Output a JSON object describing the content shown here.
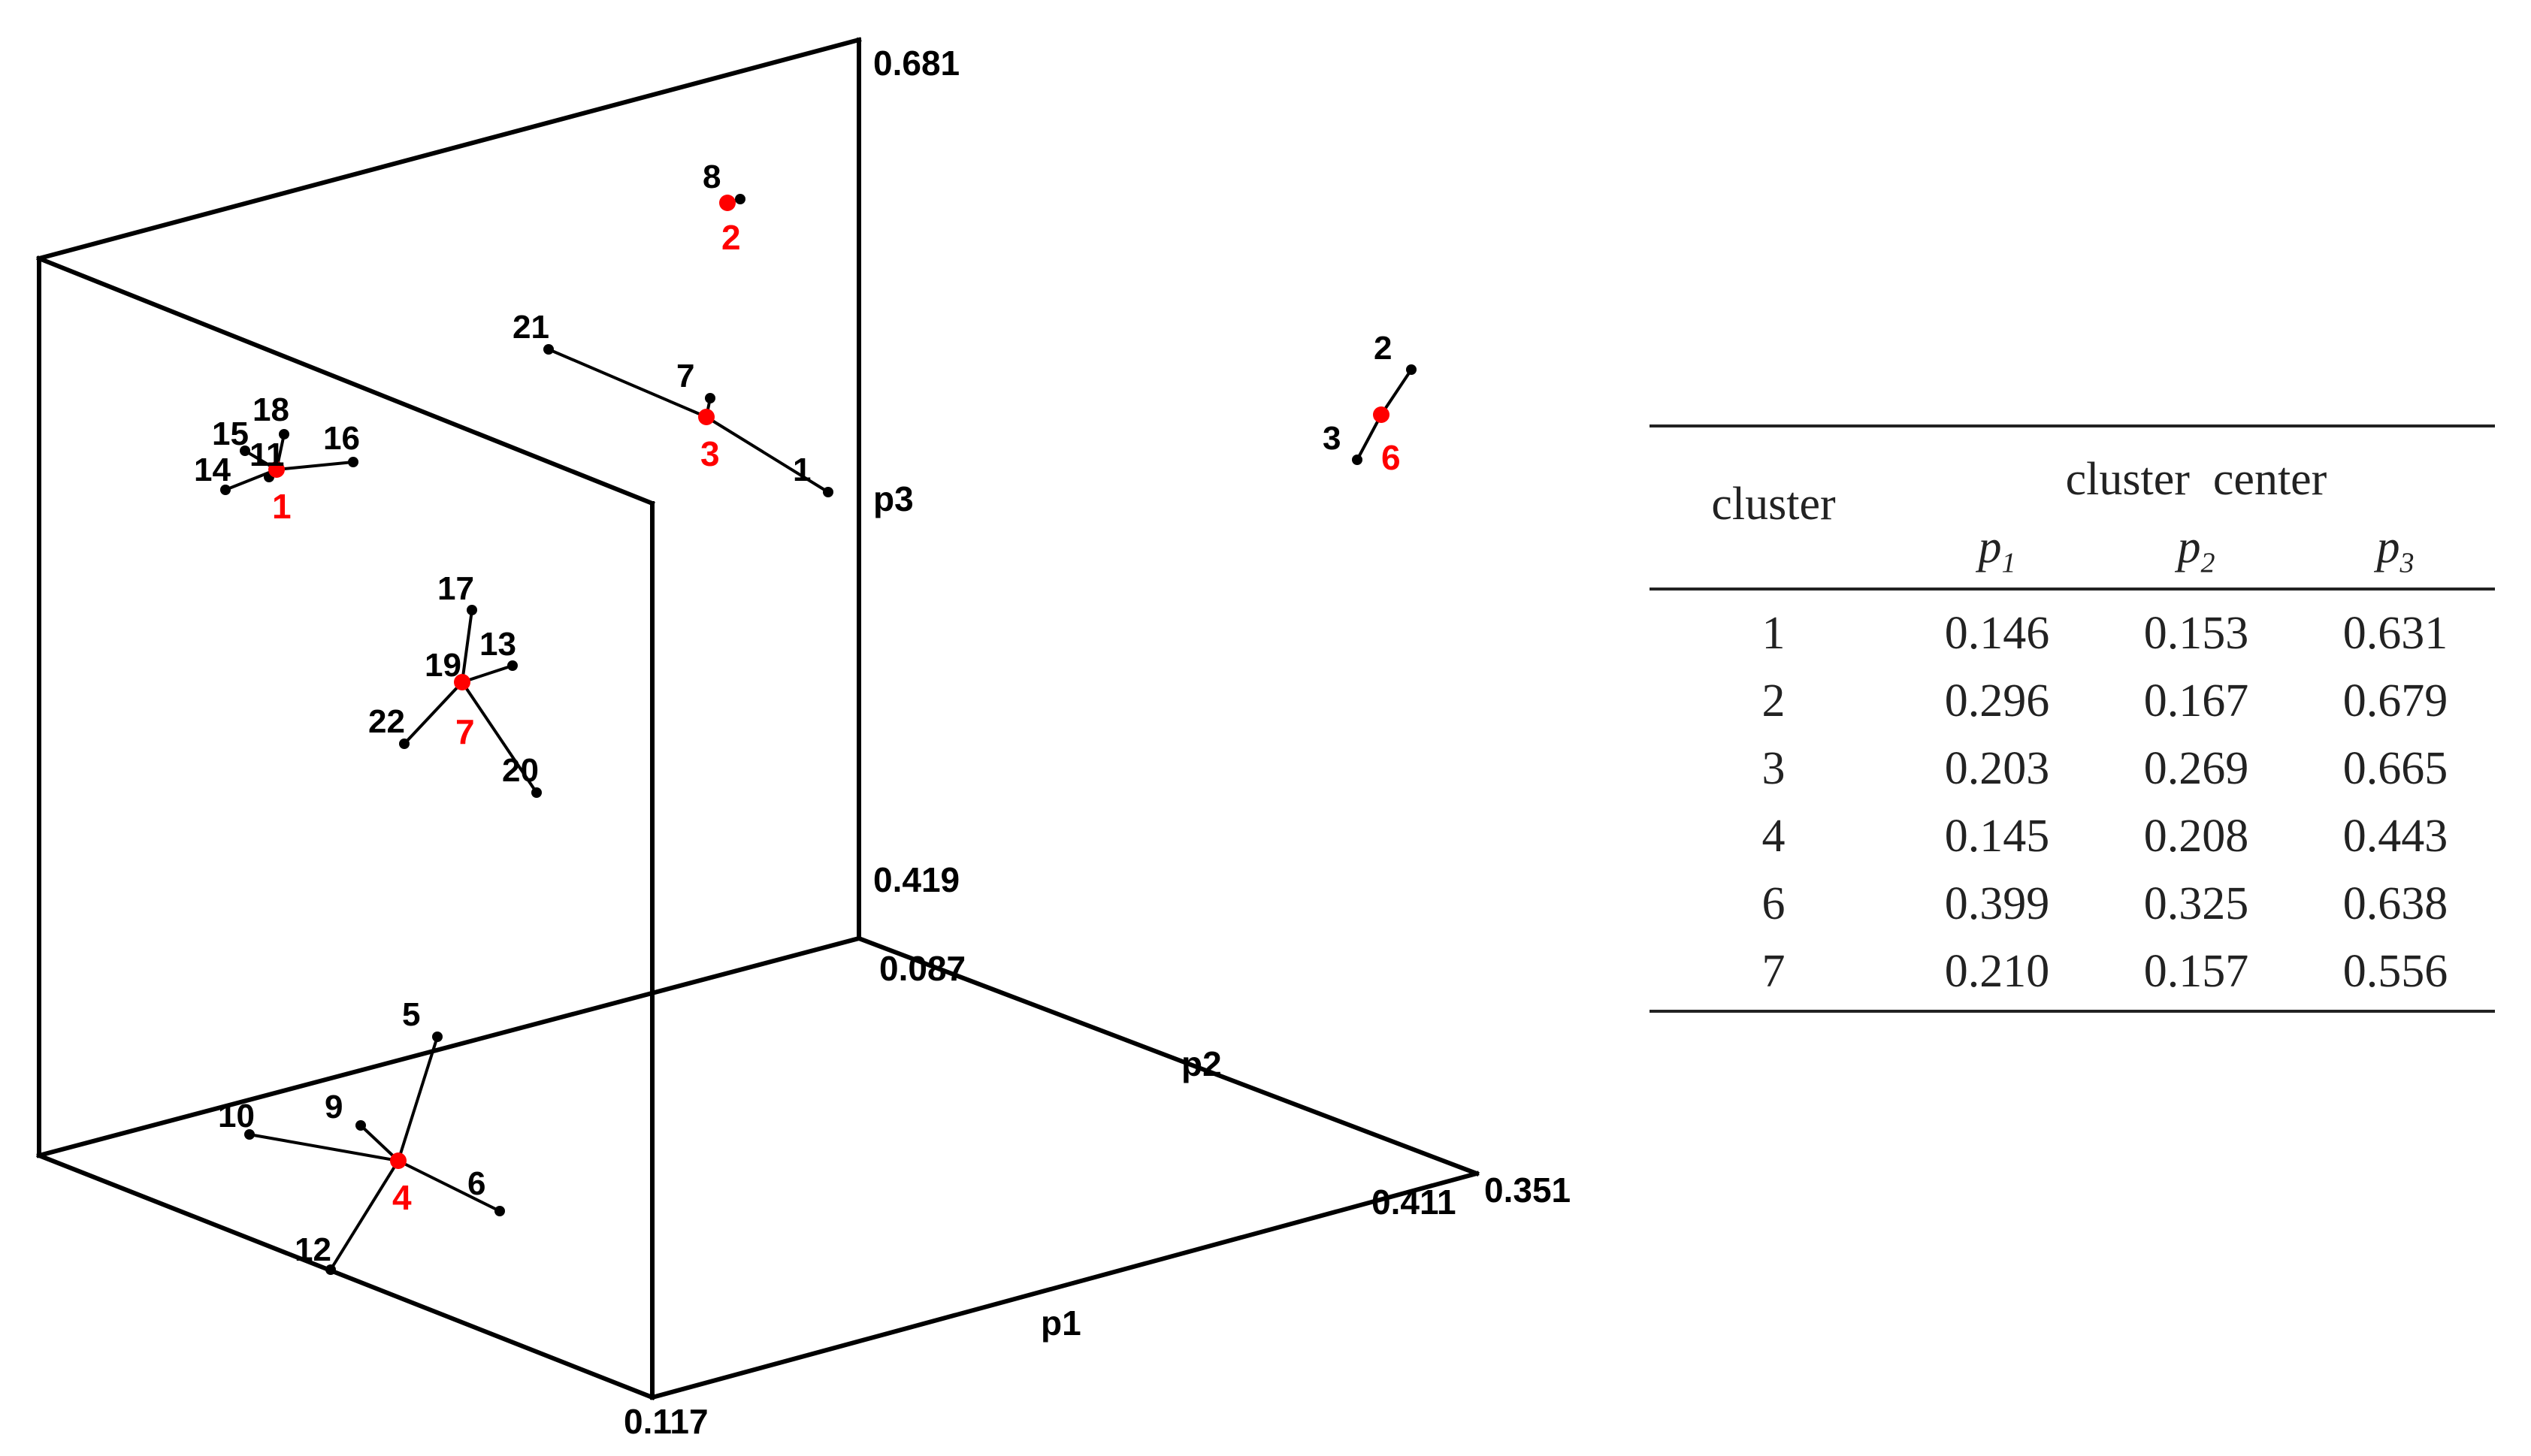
{
  "chart_data": {
    "type": "scatter",
    "axes": {
      "p1": {
        "label": "p1",
        "range": [
          0.117,
          0.411
        ]
      },
      "p2": {
        "label": "p2",
        "range": [
          0.087,
          0.351
        ]
      },
      "p3": {
        "label": "p3",
        "range": [
          0.419,
          0.681
        ]
      }
    },
    "tick_labels": [
      "0.681",
      "0.419",
      "0.087",
      "0.351",
      "0.411",
      "0.117"
    ],
    "centers": [
      {
        "id": "1",
        "members": [
          "11",
          "14",
          "15",
          "16",
          "18"
        ]
      },
      {
        "id": "2",
        "members": [
          "8"
        ]
      },
      {
        "id": "3",
        "members": [
          "1",
          "7",
          "21"
        ]
      },
      {
        "id": "4",
        "members": [
          "5",
          "6",
          "9",
          "10",
          "12"
        ]
      },
      {
        "id": "6",
        "members": [
          "2",
          "3"
        ]
      },
      {
        "id": "7",
        "members": [
          "13",
          "17",
          "19",
          "20",
          "22"
        ]
      }
    ],
    "center_color": "#ff0000",
    "point_color": "#000000"
  },
  "table": {
    "header_cluster": "cluster",
    "header_center": "cluster  center",
    "subheaders": [
      {
        "base": "p",
        "sub": "1"
      },
      {
        "base": "p",
        "sub": "2"
      },
      {
        "base": "p",
        "sub": "3"
      }
    ],
    "rows": [
      {
        "cluster": "1",
        "p1": "0.146",
        "p2": "0.153",
        "p3": "0.631"
      },
      {
        "cluster": "2",
        "p1": "0.296",
        "p2": "0.167",
        "p3": "0.679"
      },
      {
        "cluster": "3",
        "p1": "0.203",
        "p2": "0.269",
        "p3": "0.665"
      },
      {
        "cluster": "4",
        "p1": "0.145",
        "p2": "0.208",
        "p3": "0.443"
      },
      {
        "cluster": "6",
        "p1": "0.399",
        "p2": "0.325",
        "p3": "0.638"
      },
      {
        "cluster": "7",
        "p1": "0.210",
        "p2": "0.157",
        "p3": "0.556"
      }
    ]
  }
}
